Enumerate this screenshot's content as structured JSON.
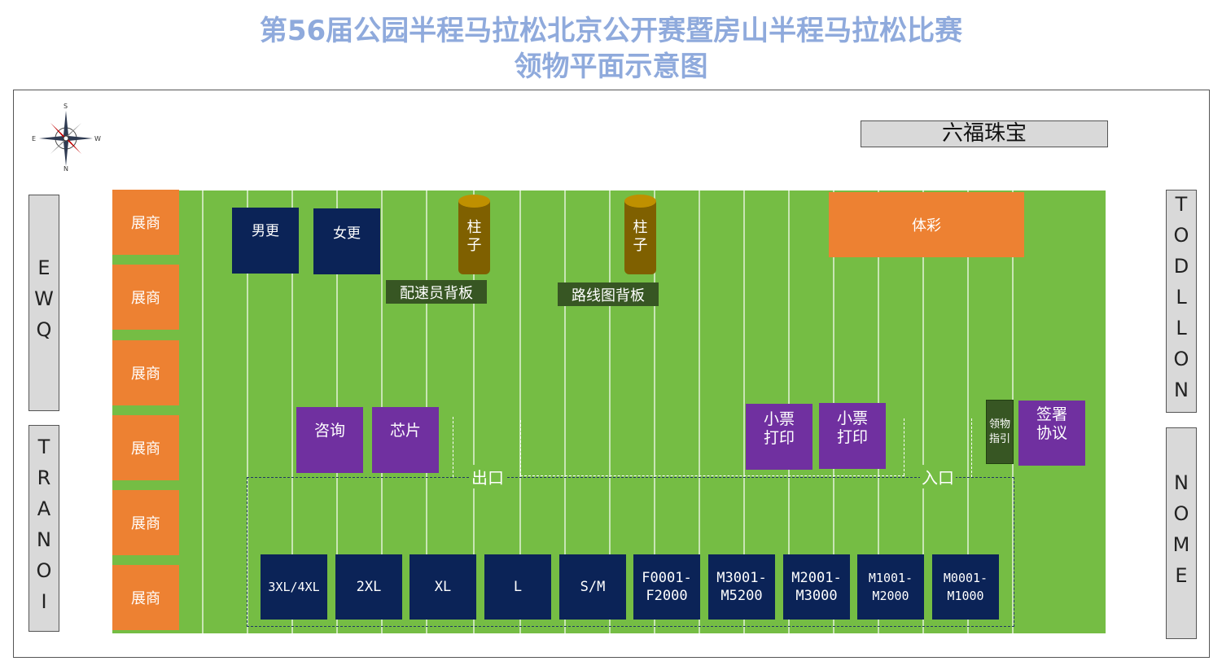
{
  "title": {
    "line1": "第56届公园半程马拉松北京公开赛暨房山半程马拉松比赛",
    "line2": "领物平面示意图"
  },
  "compass": {
    "n": "S",
    "s": "N",
    "e": "W",
    "w": "E"
  },
  "sponsor": "六福珠宝",
  "sides": {
    "left_top": "EWQ",
    "left_bottom": "TRANOI",
    "right_top": "TODLLON",
    "right_bottom": "NOME"
  },
  "exhibitors": [
    "展商",
    "展商",
    "展商",
    "展商",
    "展商",
    "展商"
  ],
  "changing": {
    "male": "男更",
    "female": "女更"
  },
  "pillars": [
    "柱\n子",
    "柱\n子"
  ],
  "boards": {
    "pacer": "配速员背板",
    "route": "路线图背板"
  },
  "lottery": "体彩",
  "services": {
    "consult": "咨询",
    "chip": "芯片",
    "ticket1": "小票\n打印",
    "ticket2": "小票\n打印",
    "sign": "签署\n协议",
    "guide": "领物\n指引"
  },
  "gates": {
    "exit": "出口",
    "entry": "入口"
  },
  "pickup": [
    "3XL/4XL",
    "2XL",
    "XL",
    "L",
    "S/M",
    "F0001-\nF2000",
    "M3001-\nM5200",
    "M2001-\nM3000",
    "M1001-\nM2000",
    "M0001-\nM1000"
  ],
  "colors": {
    "field": "#75bd44",
    "exhibitor": "#ed8132",
    "service": "#7030a0",
    "pickup": "#0b2357",
    "board": "#375623",
    "title": "#8faadc"
  }
}
